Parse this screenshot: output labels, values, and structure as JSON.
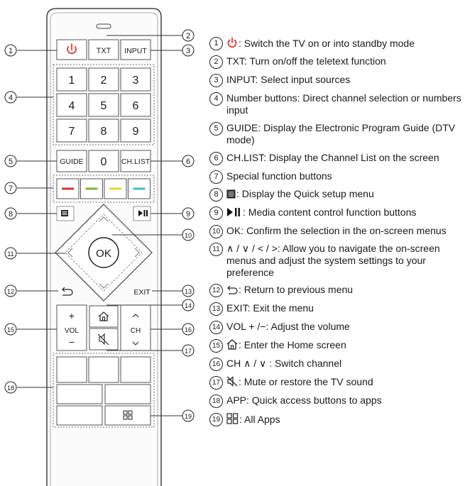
{
  "remote": {
    "buttons": {
      "txt": "TXT",
      "input": "INPUT",
      "digits": [
        "1",
        "2",
        "3",
        "4",
        "5",
        "6",
        "7",
        "8",
        "9"
      ],
      "zero": "0",
      "guide": "GUIDE",
      "chlist": "CH.LIST",
      "ok": "OK",
      "exit": "EXIT",
      "vol": "VOL",
      "vol_plus": "+",
      "vol_minus": "−",
      "ch": "CH"
    },
    "color_buttons": [
      "#d9342b",
      "#7bb33a",
      "#e8d62c",
      "#49b8c8"
    ],
    "power_color": "#e53935",
    "callouts": [
      "1",
      "2",
      "3",
      "4",
      "5",
      "6",
      "7",
      "8",
      "9",
      "10",
      "11",
      "12",
      "13",
      "14",
      "15",
      "16",
      "17",
      "18",
      "19"
    ]
  },
  "legend": {
    "items": [
      {
        "num": "1",
        "icon": "power-icon",
        "text": ": Switch the TV on or into standby mode"
      },
      {
        "num": "2",
        "text": "TXT: Turn on/off the teletext function"
      },
      {
        "num": "3",
        "text": "INPUT: Select input sources"
      },
      {
        "num": "4",
        "text": "Number buttons: Direct channel selection or numbers input"
      },
      {
        "num": "5",
        "text": "GUIDE: Display the Electronic Program Guide (DTV mode)"
      },
      {
        "num": "6",
        "text": "CH.LIST: Display the Channel List on the screen"
      },
      {
        "num": "7",
        "text": "Special function buttons"
      },
      {
        "num": "8",
        "icon": "menu-icon",
        "text": ": Display the Quick setup menu"
      },
      {
        "num": "9",
        "icon": "play-pause-icon",
        "text": ": Media content control function buttons"
      },
      {
        "num": "10",
        "text": "OK: Confirm the selection in the on-screen menus"
      },
      {
        "num": "11",
        "text": "∧ / ∨ / < / >: Allow you to navigate the on-screen menus and adjust the system settings to your preference"
      },
      {
        "num": "12",
        "icon": "return-icon",
        "text": ": Return to previous menu"
      },
      {
        "num": "13",
        "text": "EXIT: Exit the menu"
      },
      {
        "num": "14",
        "text": "VOL + /−: Adjust the volume"
      },
      {
        "num": "15",
        "icon": "home-icon",
        "text": ": Enter the Home screen"
      },
      {
        "num": "16",
        "text": "CH ∧ / ∨ : Switch channel"
      },
      {
        "num": "17",
        "icon": "mute-icon",
        "text": ": Mute or restore the TV sound"
      },
      {
        "num": "18",
        "text": "APP: Quick access buttons to apps"
      },
      {
        "num": "19",
        "icon": "apps-icon",
        "text": ": All Apps"
      }
    ]
  }
}
